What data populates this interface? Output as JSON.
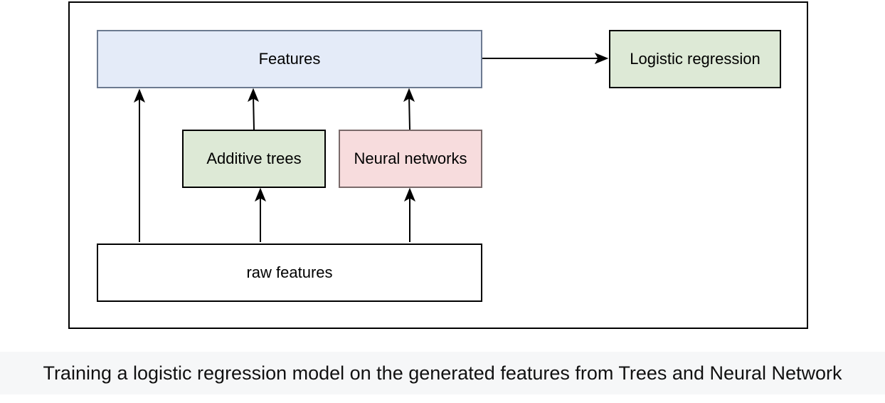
{
  "diagram": {
    "nodes": {
      "features": {
        "label": "Features",
        "fill": "#e4ebf8"
      },
      "logistic_regression": {
        "label": "Logistic regression",
        "fill": "#dde9d6"
      },
      "additive_trees": {
        "label": "Additive trees",
        "fill": "#dde9d6"
      },
      "neural_networks": {
        "label": "Neural networks",
        "fill": "#f7dcdd"
      },
      "raw_features": {
        "label": "raw features",
        "fill": "#ffffff"
      }
    },
    "edges": [
      {
        "from": "raw_features",
        "to": "features"
      },
      {
        "from": "raw_features",
        "to": "additive_trees"
      },
      {
        "from": "raw_features",
        "to": "neural_networks"
      },
      {
        "from": "additive_trees",
        "to": "features"
      },
      {
        "from": "neural_networks",
        "to": "features"
      },
      {
        "from": "features",
        "to": "logistic_regression"
      }
    ]
  },
  "caption": "Training a logistic regression model on the generated features from Trees and Neural Network"
}
